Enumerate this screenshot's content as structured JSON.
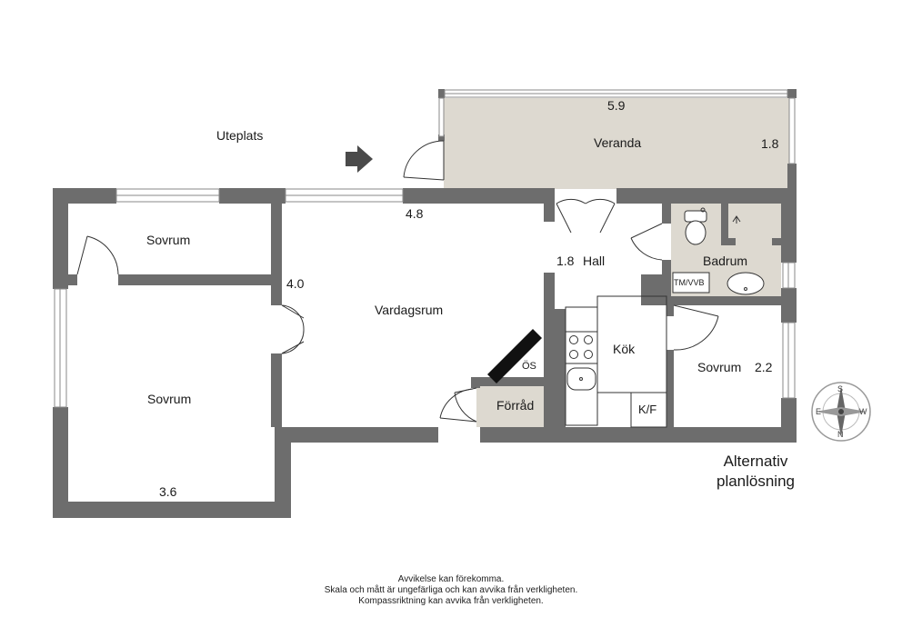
{
  "plan": {
    "rooms": {
      "veranda": "Veranda",
      "sovrum_top": "Sovrum",
      "sovrum_left": "Sovrum",
      "vardagsrum": "Vardagsrum",
      "hall": "Hall",
      "badrum": "Badrum",
      "kok": "Kök",
      "sovrum_right": "Sovrum",
      "forrad": "Förråd",
      "uteplats": "Uteplats"
    },
    "fixtures": {
      "os": "ÖS",
      "tm_vvb": "TM/VVB",
      "kf": "K/F"
    },
    "dimensions": {
      "veranda_width": "5.9",
      "veranda_depth": "1.8",
      "vardagsrum_width": "4.8",
      "vardagsrum_depth": "4.0",
      "hall": "1.8",
      "sovrum_right": "2.2",
      "sovrum_left": "3.6"
    },
    "caption": [
      "Alternativ",
      "planlösning"
    ],
    "compass": [
      "N",
      "S",
      "E",
      "W"
    ]
  },
  "disclaimer": [
    "Avvikelse kan förekomma.",
    "Skala och mått är ungefärliga och kan avvika från verkligheten.",
    "Kompassriktning kan avvika från verkligheten."
  ],
  "colors": {
    "wall": "#6d6d6d",
    "veranda_fill": "#ddd9d0",
    "forrad_fill": "#ddd9d0",
    "badrum_fill": "#ddd9d0"
  }
}
